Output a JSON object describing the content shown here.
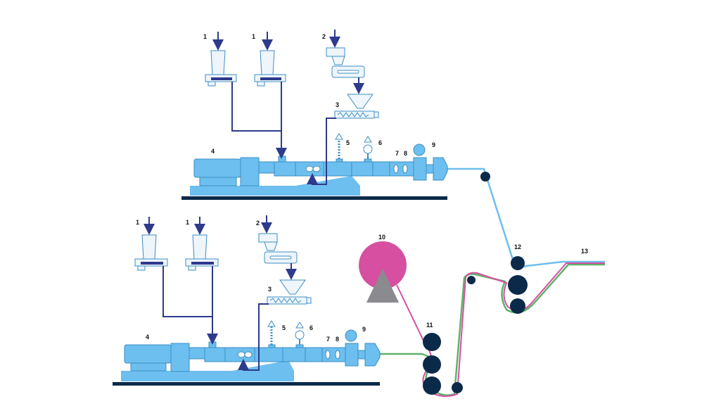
{
  "colors": {
    "machine": "#6cbfee",
    "machine_dark": "#4aa3d9",
    "outline": "#3d8fc4",
    "feed": "#2e3a8c",
    "base": "#0b2a4a",
    "roll": "#0b2a4a",
    "unwind": "#d64fa0",
    "stand": "#8a8a8f",
    "film_blue": "#6cbfee",
    "film_green": "#5fb36a",
    "film_pink": "#d64fa0",
    "hopper": "#eef5fb"
  },
  "upper_line": {
    "label_feeder_a": "1",
    "label_feeder_b": "1",
    "label_hopper": "2",
    "label_side_feeder": "3",
    "label_motor": "4",
    "label_vent_a": "5",
    "label_vent_b": "6",
    "label_screen": "7",
    "label_pump": "8",
    "label_die": "9"
  },
  "lower_line": {
    "label_feeder_a": "1",
    "label_feeder_b": "1",
    "label_hopper": "2",
    "label_side_feeder": "3",
    "label_motor": "4",
    "label_vent_a": "5",
    "label_vent_b": "6",
    "label_screen": "7",
    "label_pump": "8",
    "label_die": "9"
  },
  "unwind_label": "10",
  "laminator_label": "11",
  "calender_label": "12",
  "output_label": "13"
}
